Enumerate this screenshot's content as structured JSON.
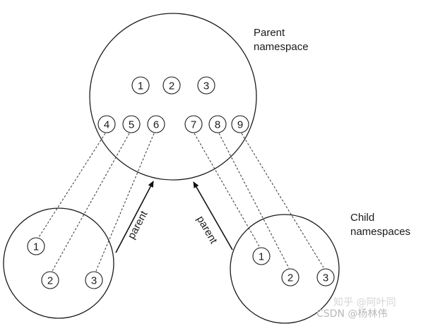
{
  "labels": {
    "parent_line1": "Parent",
    "parent_line2": "namespace",
    "child_line1": "Child",
    "child_line2": "namespaces",
    "arrow_left": "parent",
    "arrow_right": "parent"
  },
  "parent_nodes": {
    "n1": "1",
    "n2": "2",
    "n3": "3",
    "n4": "4",
    "n5": "5",
    "n6": "6",
    "n7": "7",
    "n8": "8",
    "n9": "9"
  },
  "left_child_nodes": {
    "n1": "1",
    "n2": "2",
    "n3": "3"
  },
  "right_child_nodes": {
    "n1": "1",
    "n2": "2",
    "n3": "3"
  },
  "watermark": "CSDN @杨林伟",
  "watermark_faint": "知乎 @阿叶同"
}
